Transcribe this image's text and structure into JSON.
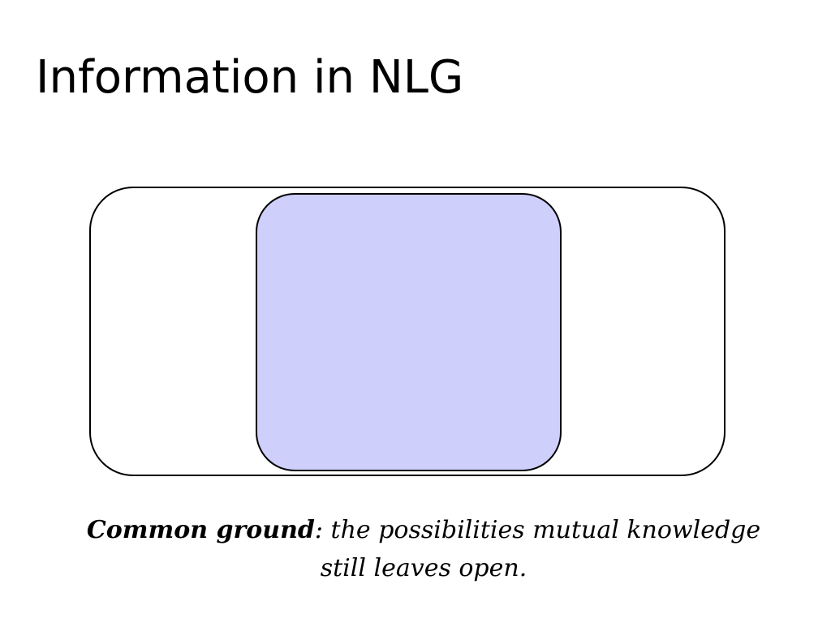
{
  "slide": {
    "title": "Information in NLG"
  },
  "diagram": {
    "inner_fill_color": "#cfcffc",
    "outer_fill_color": "#ffffff",
    "stroke_color": "#000000"
  },
  "caption": {
    "term": "Common ground",
    "separator": ":",
    "line1_rest": " the possibilities mutual knowledge",
    "line2": "still leaves open."
  }
}
